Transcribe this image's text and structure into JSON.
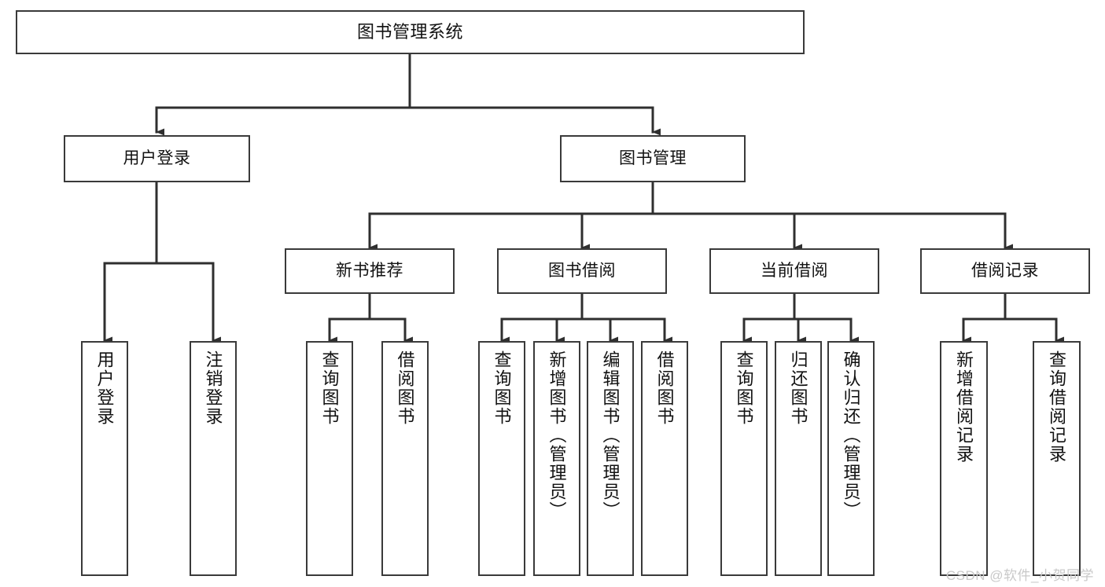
{
  "diagram": {
    "title": "图书管理系统",
    "type": "tree",
    "watermark": "CSDN @软件_小贺同学",
    "colors": {
      "box_border": "#3a3a3a",
      "box_fill": "#ffffff",
      "line": "#2f2f2f",
      "text": "#111111",
      "watermark": "#c9c9c9",
      "background": "#ffffff"
    },
    "nodes": {
      "root": {
        "label": "图书管理系统",
        "level": 0
      },
      "l1": [
        {
          "id": "user_login",
          "label": "用户登录",
          "level": 1
        },
        {
          "id": "book_manage",
          "label": "图书管理",
          "level": 1
        }
      ],
      "l2": [
        {
          "id": "new_book_rec",
          "label": "新书推荐",
          "level": 2,
          "parent": "book_manage"
        },
        {
          "id": "book_borrow",
          "label": "图书借阅",
          "level": 2,
          "parent": "book_manage"
        },
        {
          "id": "current_borrow",
          "label": "当前借阅",
          "level": 2,
          "parent": "book_manage"
        },
        {
          "id": "borrow_record",
          "label": "借阅记录",
          "level": 2,
          "parent": "book_manage"
        }
      ],
      "leaves": [
        {
          "id": "leaf_user_login",
          "label": "用户登录",
          "parent": "user_login"
        },
        {
          "id": "leaf_logout",
          "label": "注销登录",
          "parent": "user_login"
        },
        {
          "id": "leaf_query_book_1",
          "label": "查询图书",
          "parent": "new_book_rec"
        },
        {
          "id": "leaf_borrow_book_1",
          "label": "借阅图书",
          "parent": "new_book_rec"
        },
        {
          "id": "leaf_query_book_2",
          "label": "查询图书",
          "parent": "book_borrow"
        },
        {
          "id": "leaf_add_book",
          "label": "新增图书（管理员）",
          "parent": "book_borrow"
        },
        {
          "id": "leaf_edit_book",
          "label": "编辑图书（管理员）",
          "parent": "book_borrow"
        },
        {
          "id": "leaf_borrow_book_2",
          "label": "借阅图书",
          "parent": "book_borrow"
        },
        {
          "id": "leaf_query_book_3",
          "label": "查询图书",
          "parent": "current_borrow"
        },
        {
          "id": "leaf_return_book",
          "label": "归还图书",
          "parent": "current_borrow"
        },
        {
          "id": "leaf_confirm_return",
          "label": "确认归还（管理员）",
          "parent": "current_borrow"
        },
        {
          "id": "leaf_add_record",
          "label": "新增借阅记录",
          "parent": "borrow_record"
        },
        {
          "id": "leaf_query_record",
          "label": "查询借阅记录",
          "parent": "borrow_record"
        }
      ]
    }
  }
}
